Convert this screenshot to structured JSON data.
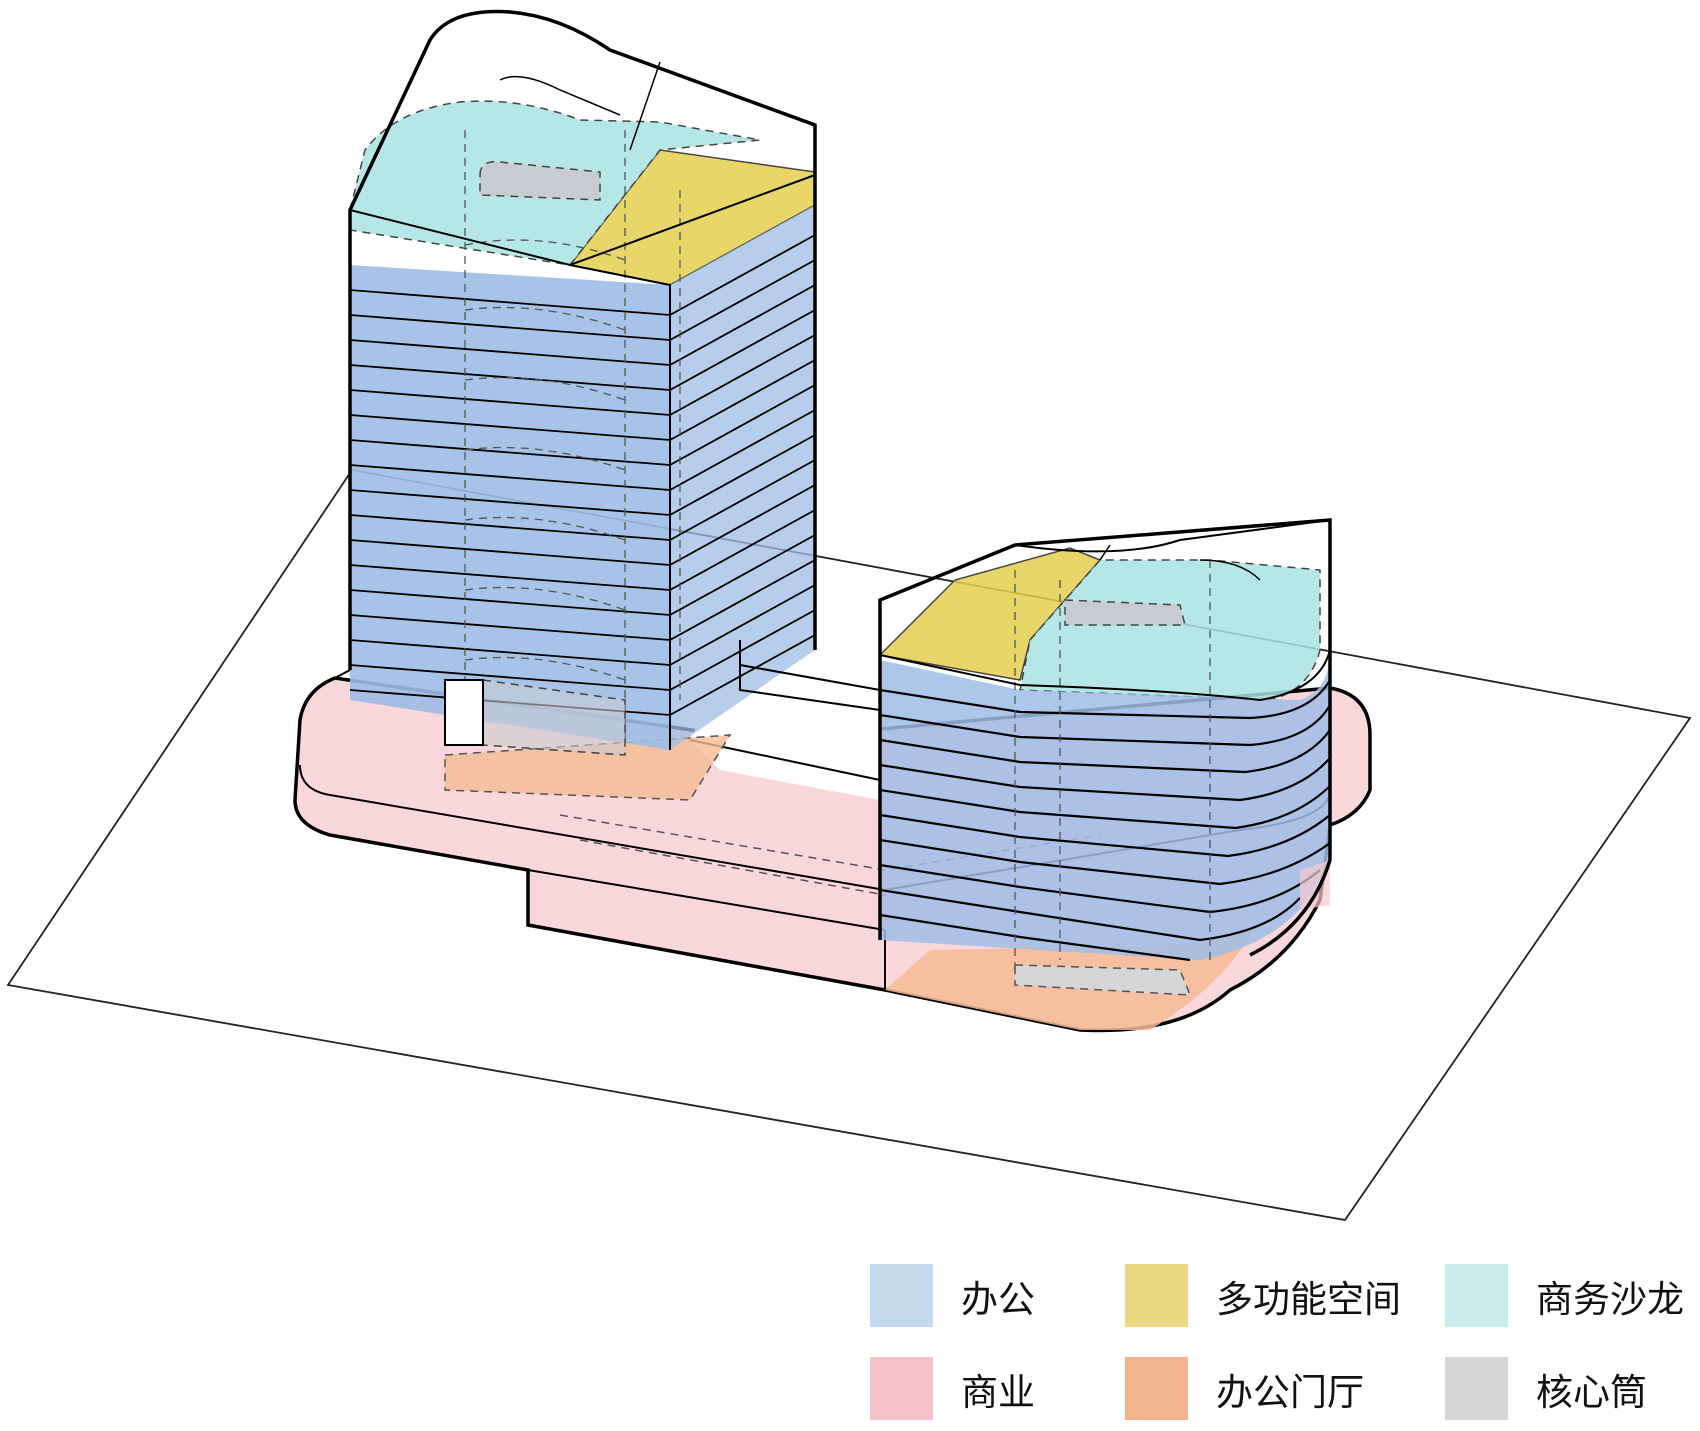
{
  "legend": {
    "items": [
      {
        "key": "office",
        "label": "办公",
        "color": "#c5d9ee"
      },
      {
        "key": "multi",
        "label": "多功能空间",
        "color": "#ecd883"
      },
      {
        "key": "salon",
        "label": "商务沙龙",
        "color": "#c9ecec"
      },
      {
        "key": "commercial",
        "label": "商业",
        "color": "#f7c2c7"
      },
      {
        "key": "lobby",
        "label": "办公门厅",
        "color": "#f2b38e"
      },
      {
        "key": "core",
        "label": "核心筒",
        "color": "#d6d6d8"
      }
    ]
  },
  "colors": {
    "office": "#9dbde6",
    "multi": "#e5cf4f",
    "salon": "#a8e3e3",
    "commercial": "#f8c9ce",
    "lobby": "#f3bb95",
    "core": "#c9cbd2",
    "outline": "#000000"
  }
}
